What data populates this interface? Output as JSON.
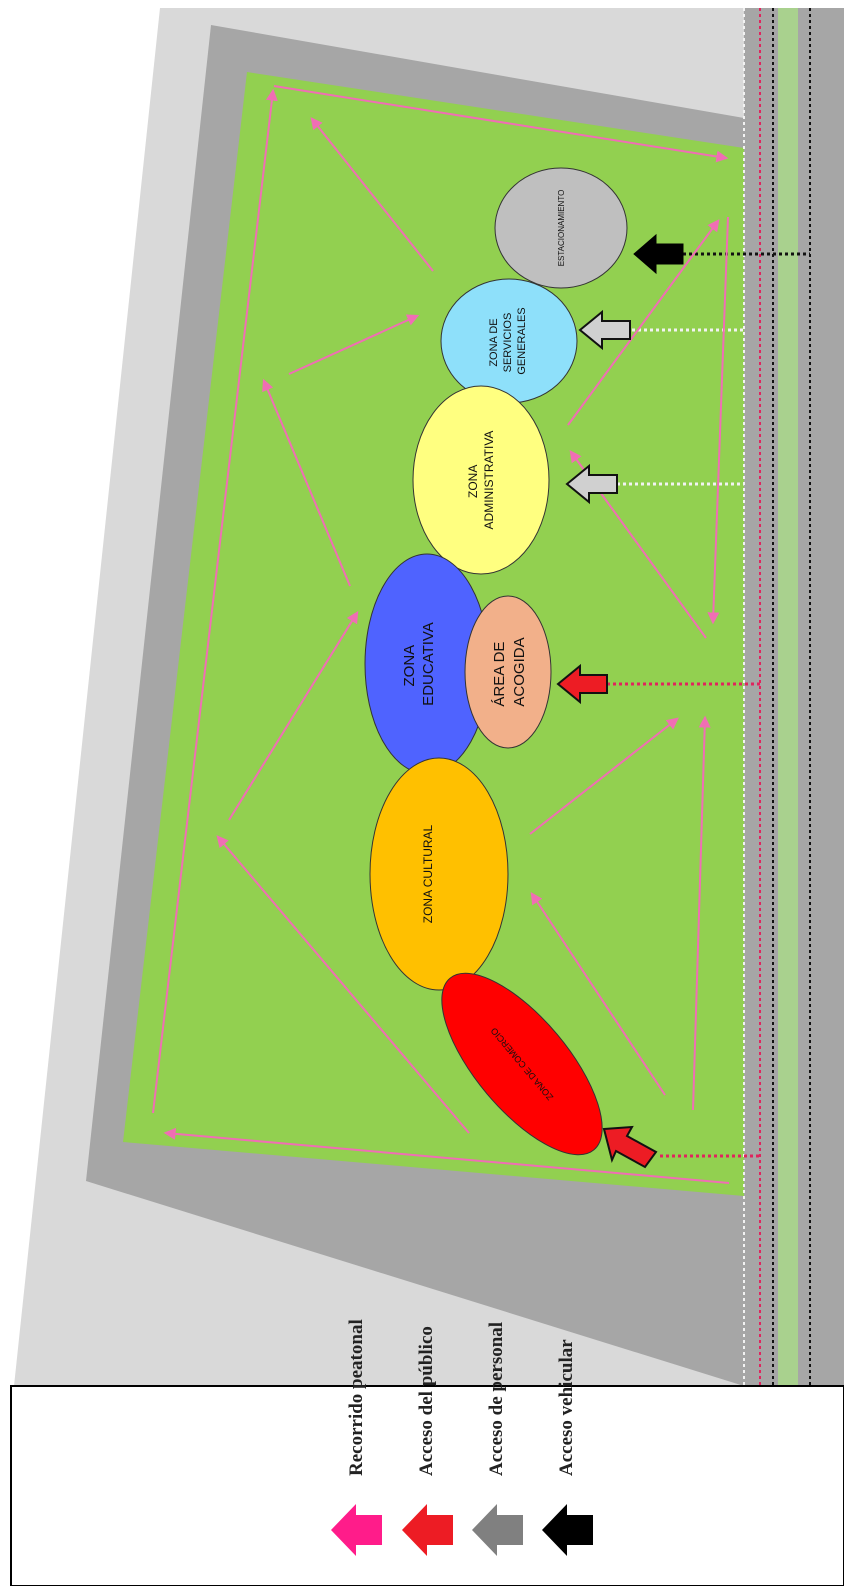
{
  "zones": [
    {
      "id": "estacionamiento",
      "lines": [
        "ESTACIONAMIENTO"
      ],
      "color": "#BFBFBF"
    },
    {
      "id": "servicios",
      "lines": [
        "ZONA DE",
        "SERVICIOS",
        "GENERALES"
      ],
      "color": "#8EE0FA"
    },
    {
      "id": "administrativa",
      "lines": [
        "ZONA",
        "ADMINISTRATIVA"
      ],
      "color": "#FFFF80"
    },
    {
      "id": "educativa",
      "lines": [
        "ZONA",
        "EDUCATIVA"
      ],
      "color": "#4F63FF"
    },
    {
      "id": "acogida",
      "lines": [
        "ÁREA DE",
        "ACOGIDA"
      ],
      "color": "#F2B08A"
    },
    {
      "id": "cultural",
      "lines": [
        "ZONA CULTURAL"
      ],
      "color": "#FFC000"
    },
    {
      "id": "comercio",
      "lines": [
        "ZONA DE COMERCIO"
      ],
      "color": "#FF0000"
    }
  ],
  "legend": {
    "items": [
      {
        "label": "Recorrido peatonal",
        "color": "#FF1C8A"
      },
      {
        "label": "Acceso del público",
        "color": "#ED1C24"
      },
      {
        "label": "Acceso de personal",
        "color": "#808080"
      },
      {
        "label": "Acceso vehicular",
        "color": "#000000"
      }
    ]
  },
  "colors": {
    "site_green": "#92D050",
    "border_dark": "#A6A6A6",
    "border_light": "#D9D9D9",
    "path_pink": "#F06EB4",
    "street_green": "#A9D18E",
    "street_grey": "#A6A6A6"
  }
}
